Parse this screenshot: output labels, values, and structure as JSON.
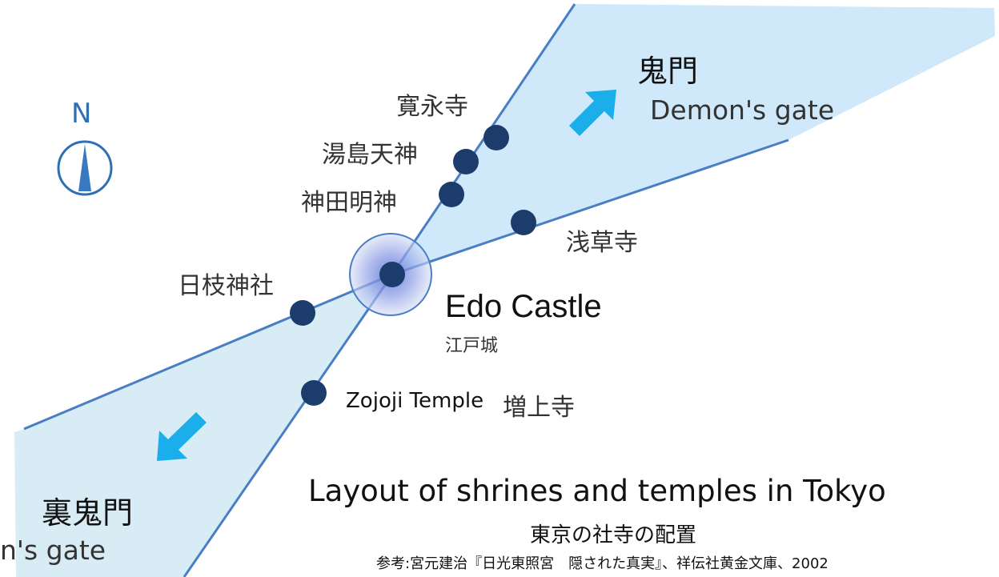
{
  "north": {
    "label": "N"
  },
  "gates": {
    "kimon_jp": "鬼門",
    "kimon_en": "Demon's gate",
    "urakimon_jp": "裏鬼門",
    "urakimon_en_visible": "n's gate"
  },
  "castle": {
    "en": "Edo Castle",
    "jp": "江戸城"
  },
  "sites": [
    {
      "id": "kaneiji",
      "jp": "寛永寺"
    },
    {
      "id": "yushima",
      "jp": "湯島天神"
    },
    {
      "id": "kanda",
      "jp": "神田明神"
    },
    {
      "id": "sensoji",
      "jp": "浅草寺"
    },
    {
      "id": "hie",
      "jp": "日枝神社"
    },
    {
      "id": "zojoji",
      "en": "Zojoji Temple",
      "jp": "増上寺"
    }
  ],
  "caption": {
    "title": "Layout of shrines and temples in Tokyo",
    "subtitle_jp": "東京の社寺の配置",
    "reference": "参考:宮元建治『日光東照宮　隠された真実』、祥伝社黄金文庫、2002"
  },
  "colors": {
    "zone_upper": "#cfe9fa",
    "zone_lower": "#d6ebf5",
    "axis_line": "#4a7ec4",
    "site_dot": "#1c3d6b",
    "arrow": "#1aaeea",
    "castle_ring": "#4a7ec4"
  }
}
